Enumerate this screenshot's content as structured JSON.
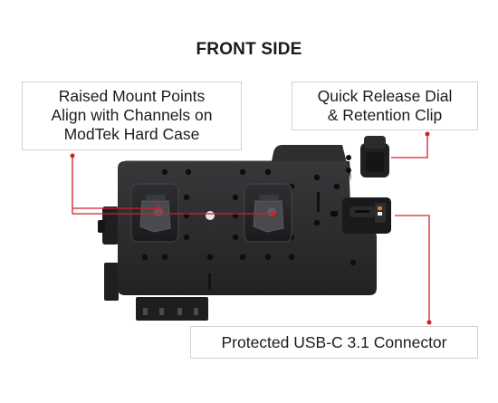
{
  "title": "FRONT SIDE",
  "callouts": {
    "mount": {
      "lines": [
        "Raised Mount Points",
        "Align with Channels on",
        "ModTek Hard Case"
      ]
    },
    "dial": {
      "lines": [
        "Quick Release Dial",
        "& Retention Clip"
      ]
    },
    "usb": {
      "lines": [
        "Protected USB-C 3.1 Connector"
      ]
    }
  },
  "colors": {
    "leader": "#d0202a",
    "plate": "#2b2b2e",
    "callout_border": "#d2d2d2",
    "usb_indicator": "#e0791e"
  },
  "icons": [
    "mount-point-icon",
    "usb-c-port-icon",
    "quick-release-dial-icon"
  ]
}
